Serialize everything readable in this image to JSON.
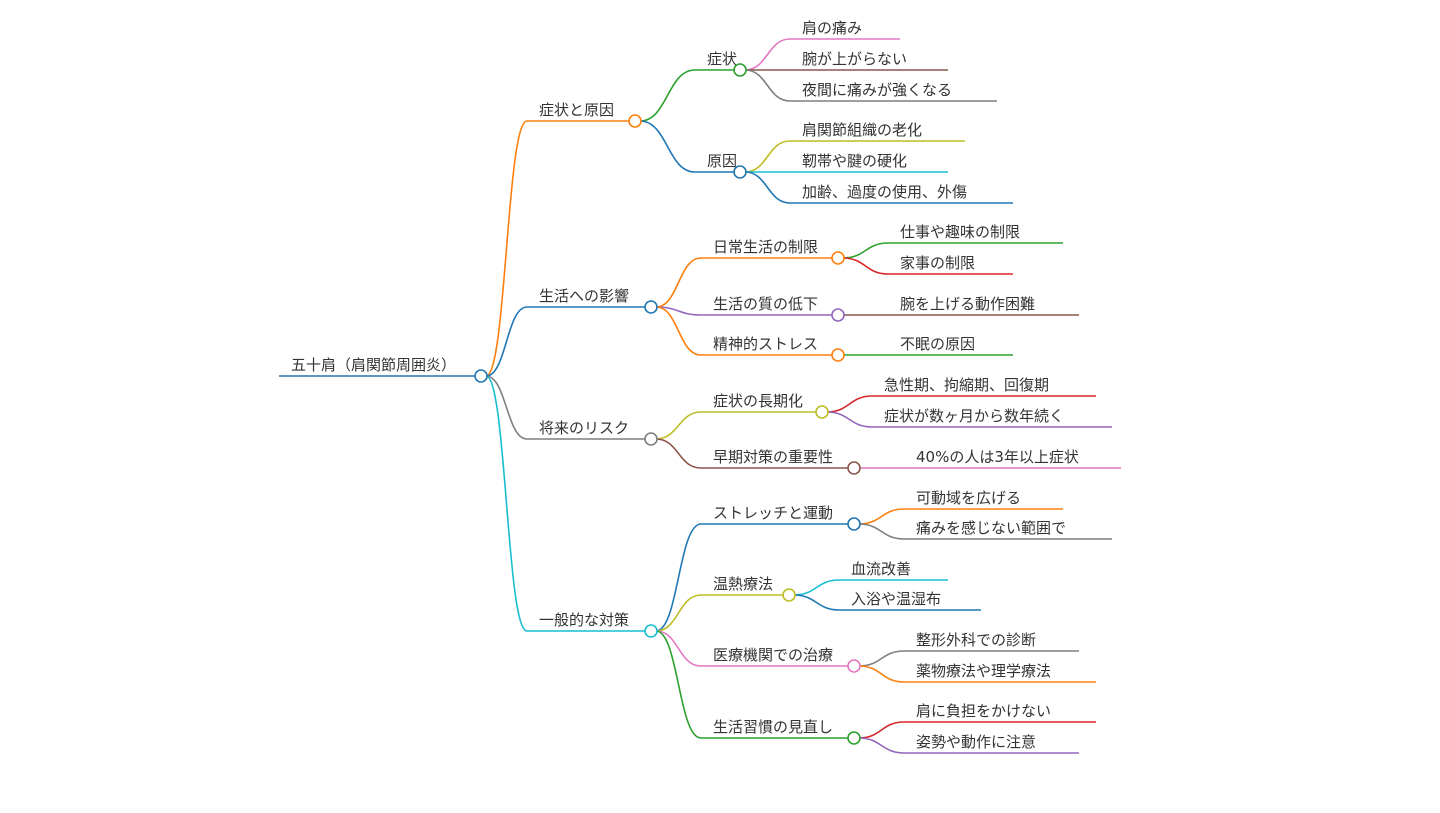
{
  "mindmap": {
    "label": "五十肩（肩関節周囲炎）",
    "color": "#1f77b4",
    "children": [
      {
        "label": "症状と原因",
        "color": "#ff7f0e",
        "children": [
          {
            "label": "症状",
            "color": "#2ca02c",
            "children": [
              {
                "label": "肩の痛み",
                "color": "#e377c2"
              },
              {
                "label": "腕が上がらない",
                "color": "#8c564b"
              },
              {
                "label": "夜間に痛みが強くなる",
                "color": "#7f7f7f"
              }
            ]
          },
          {
            "label": "原因",
            "color": "#1f77b4",
            "children": [
              {
                "label": "肩関節組織の老化",
                "color": "#bcbd22"
              },
              {
                "label": "靭帯や腱の硬化",
                "color": "#17becf"
              },
              {
                "label": "加齢、過度の使用、外傷",
                "color": "#1f77b4"
              }
            ]
          }
        ]
      },
      {
        "label": "生活への影響",
        "color": "#1f77b4",
        "children": [
          {
            "label": "日常生活の制限",
            "color": "#ff7f0e",
            "children": [
              {
                "label": "仕事や趣味の制限",
                "color": "#2ca02c"
              },
              {
                "label": "家事の制限",
                "color": "#d62728"
              }
            ]
          },
          {
            "label": "生活の質の低下",
            "color": "#9467bd",
            "children": [
              {
                "label": "腕を上げる動作困難",
                "color": "#8c564b"
              }
            ]
          },
          {
            "label": "精神的ストレス",
            "color": "#ff7f0e",
            "children": [
              {
                "label": "不眠の原因",
                "color": "#2ca02c"
              }
            ]
          }
        ]
      },
      {
        "label": "将来のリスク",
        "color": "#7f7f7f",
        "children": [
          {
            "label": "症状の長期化",
            "color": "#bcbd22",
            "children": [
              {
                "label": "急性期、拘縮期、回復期",
                "color": "#d62728"
              },
              {
                "label": "症状が数ヶ月から数年続く",
                "color": "#9467bd"
              }
            ]
          },
          {
            "label": "早期対策の重要性",
            "color": "#8c564b",
            "children": [
              {
                "label": "40%の人は3年以上症状",
                "color": "#e377c2"
              }
            ]
          }
        ]
      },
      {
        "label": "一般的な対策",
        "color": "#17becf",
        "children": [
          {
            "label": "ストレッチと運動",
            "color": "#1f77b4",
            "children": [
              {
                "label": "可動域を広げる",
                "color": "#ff7f0e"
              },
              {
                "label": "痛みを感じない範囲で",
                "color": "#7f7f7f"
              }
            ]
          },
          {
            "label": "温熱療法",
            "color": "#bcbd22",
            "children": [
              {
                "label": "血流改善",
                "color": "#17becf"
              },
              {
                "label": "入浴や温湿布",
                "color": "#1f77b4"
              }
            ]
          },
          {
            "label": "医療機関での治療",
            "color": "#e377c2",
            "children": [
              {
                "label": "整形外科での診断",
                "color": "#7f7f7f"
              },
              {
                "label": "薬物療法や理学療法",
                "color": "#ff7f0e"
              }
            ]
          },
          {
            "label": "生活習慣の見直し",
            "color": "#2ca02c",
            "children": [
              {
                "label": "肩に負担をかけない",
                "color": "#d62728"
              },
              {
                "label": "姿勢や動作に注意",
                "color": "#9467bd"
              }
            ]
          }
        ]
      }
    ]
  }
}
